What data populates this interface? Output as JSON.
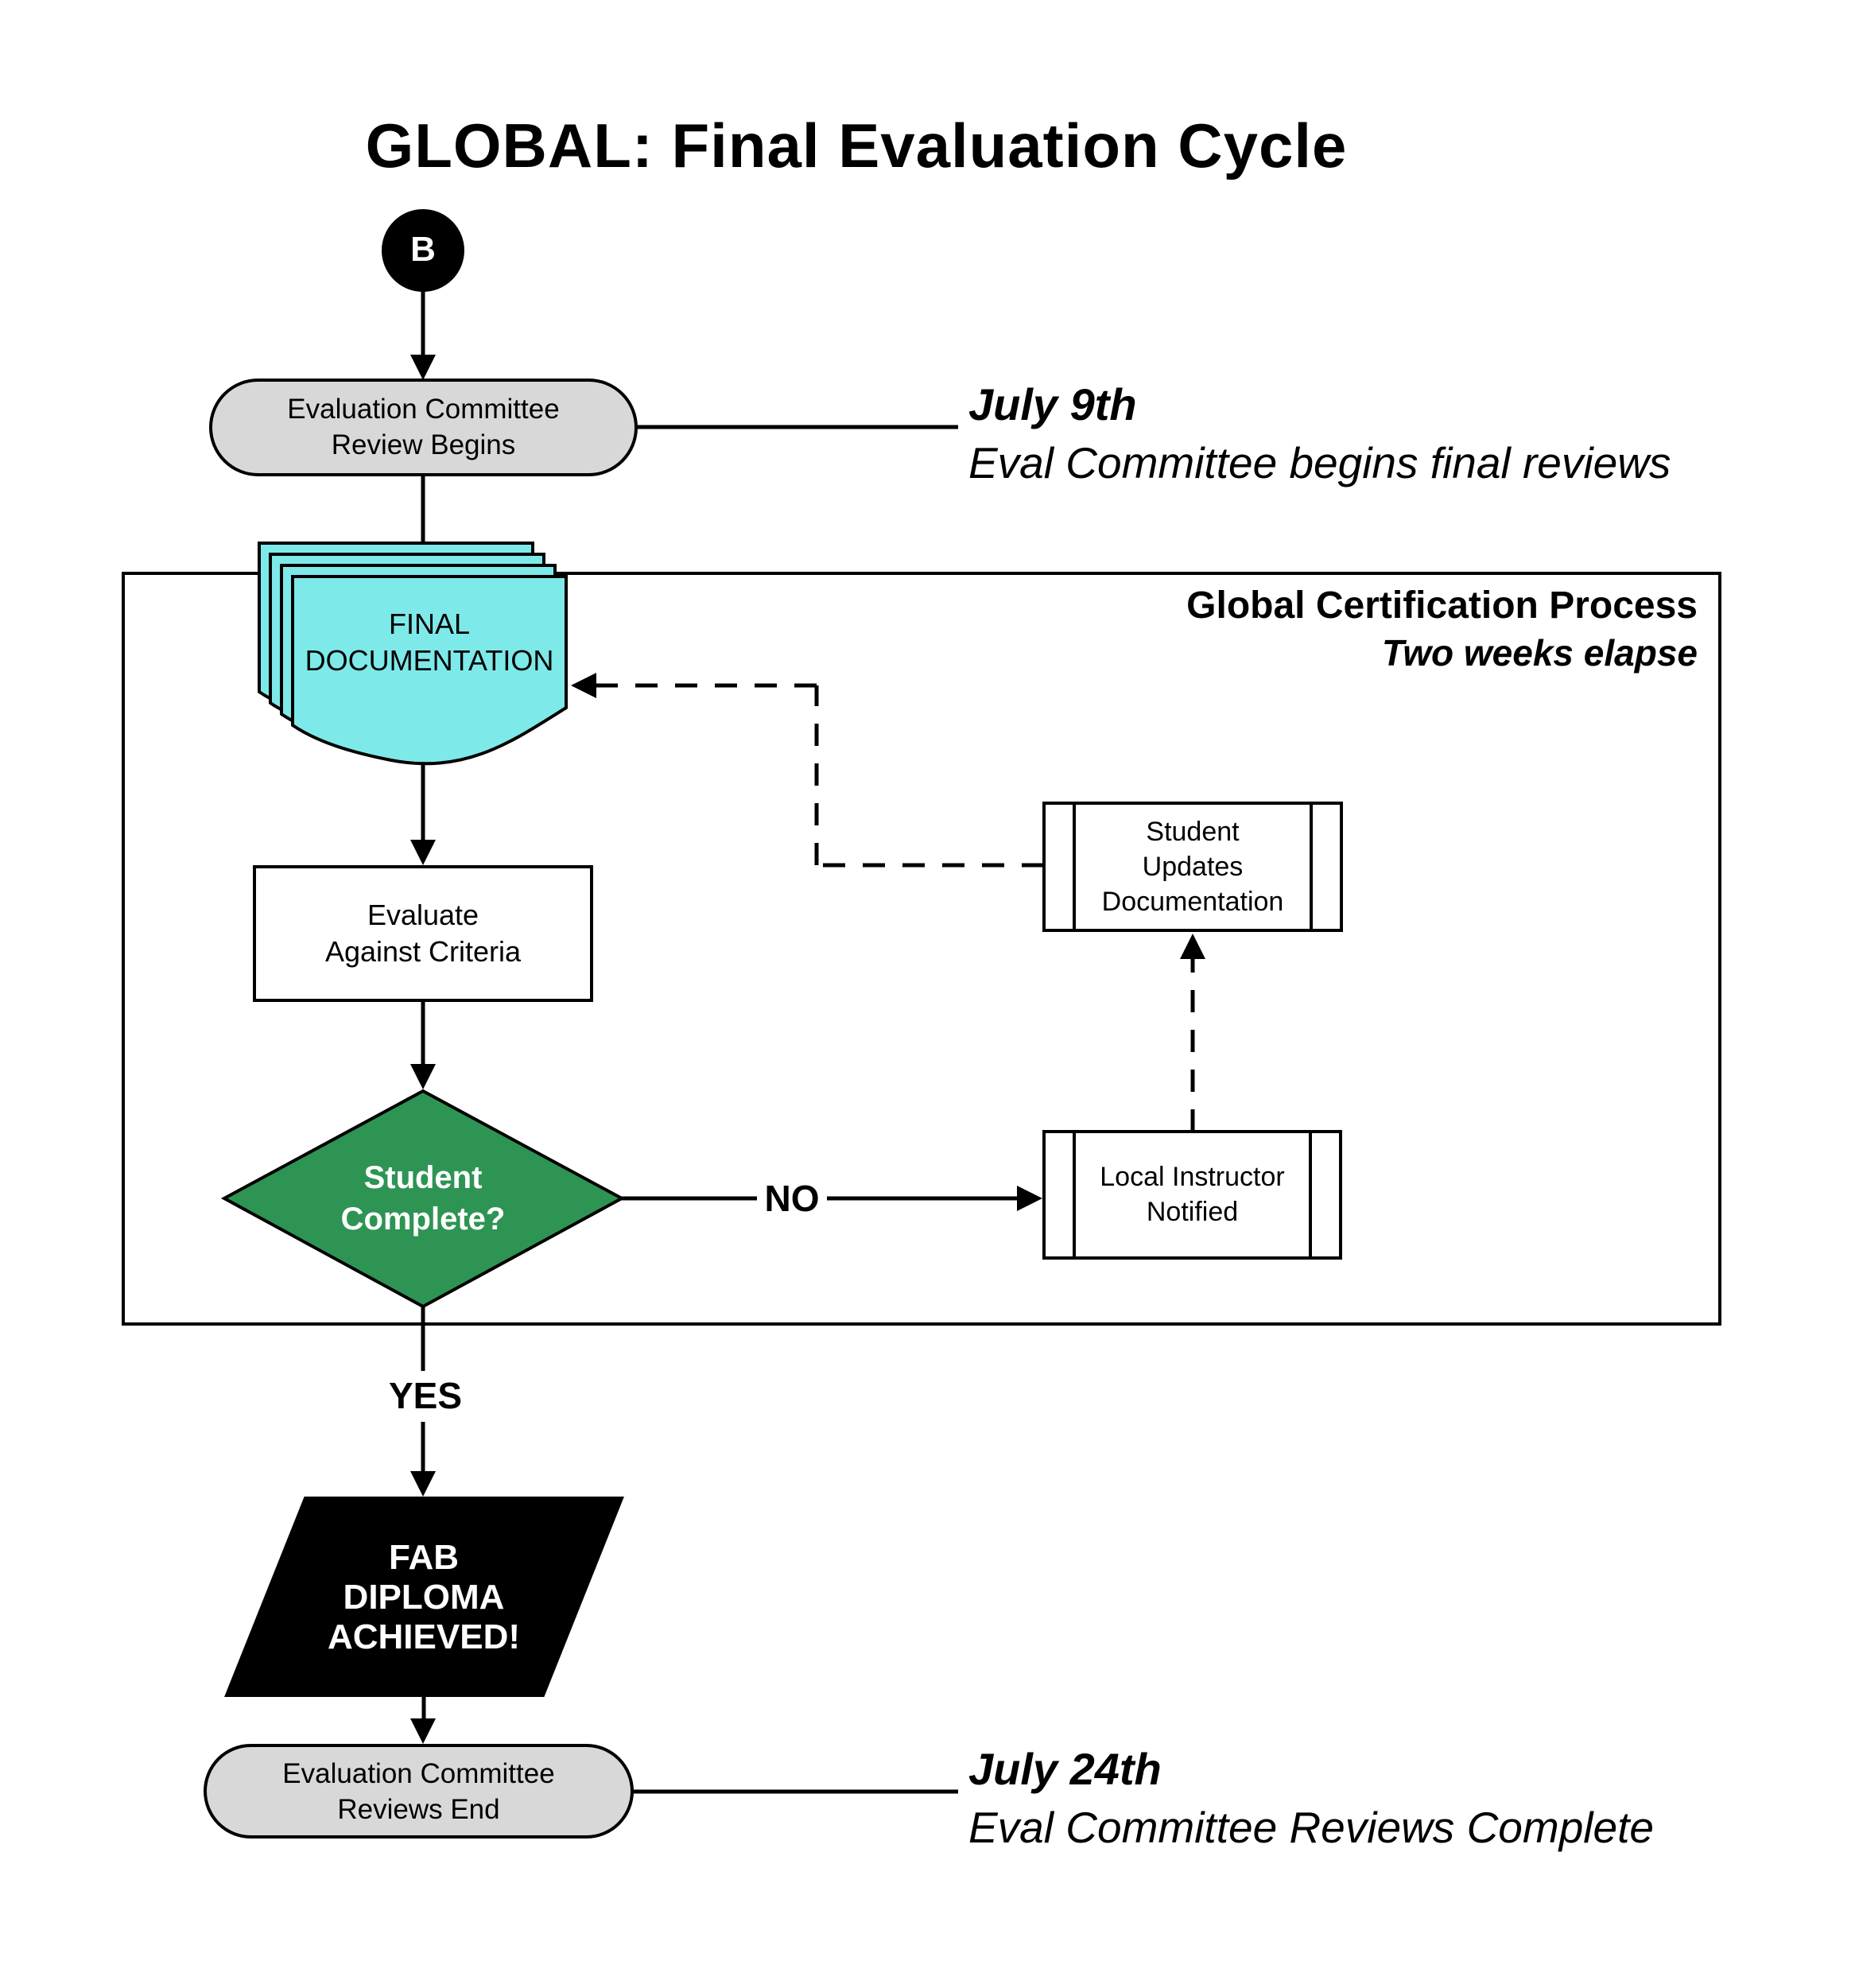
{
  "title": "GLOBAL: Final Evaluation Cycle",
  "start_connector": "B",
  "terminators": {
    "begin": {
      "line1": "Evaluation Committee",
      "line2": "Review Begins"
    },
    "end": {
      "line1": "Evaluation Committee",
      "line2": "Reviews End"
    }
  },
  "document": {
    "line1": "FINAL",
    "line2": "DOCUMENTATION"
  },
  "process": {
    "line1": "Evaluate",
    "line2": "Against Criteria"
  },
  "decision": {
    "line1": "Student",
    "line2": "Complete?",
    "yes_label": "YES",
    "no_label": "NO"
  },
  "subprocesses": {
    "student_updates": {
      "line1": "Student",
      "line2": "Updates",
      "line3": "Documentation"
    },
    "local_instructor": {
      "line1": "Local Instructor",
      "line2": "Notified"
    }
  },
  "diploma": {
    "line1": "FAB",
    "line2": "DIPLOMA",
    "line3": "ACHIEVED!"
  },
  "container": {
    "title": "Global Certification Process",
    "subtitle": "Two weeks elapse"
  },
  "annotations": {
    "start": {
      "date": "July 9th",
      "text": "Eval Committee begins final reviews"
    },
    "end": {
      "date": "July 24th",
      "text": "Eval Committee Reviews Complete"
    }
  },
  "colors": {
    "decision_fill": "#2e9454",
    "document_fill": "#7ee9e9",
    "terminator_fill": "#d8d8d8",
    "diploma_fill": "#000000",
    "connector_fill": "#000000",
    "line": "#000000"
  }
}
